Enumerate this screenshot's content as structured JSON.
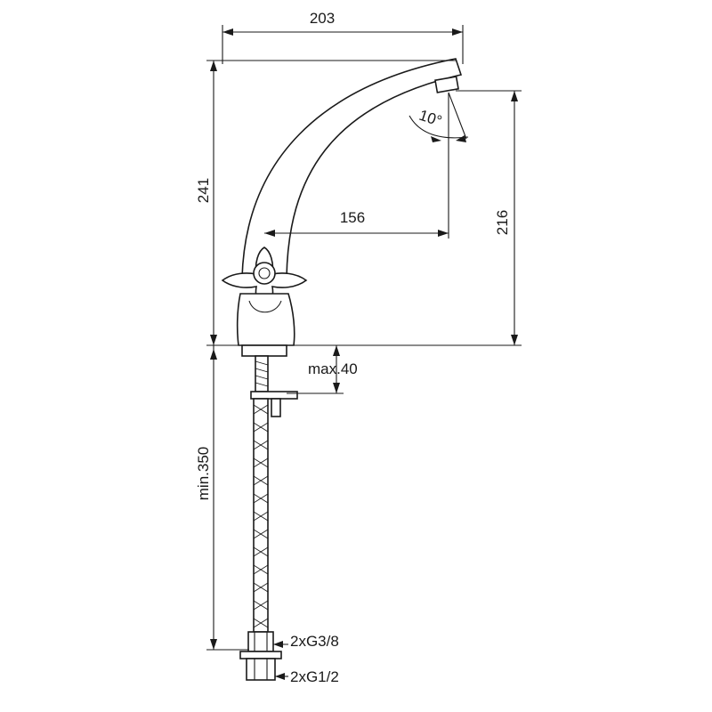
{
  "dimensions": {
    "width_total": "203",
    "height_total": "241",
    "spout_height": "216",
    "spout_reach": "156",
    "angle": "10°",
    "max_thickness": "max.40",
    "hose_length": "min.350",
    "connection_upper": "2xG3/8",
    "connection_lower": "2xG1/2"
  },
  "colors": {
    "line": "#1a1a1a",
    "background": "#ffffff"
  }
}
